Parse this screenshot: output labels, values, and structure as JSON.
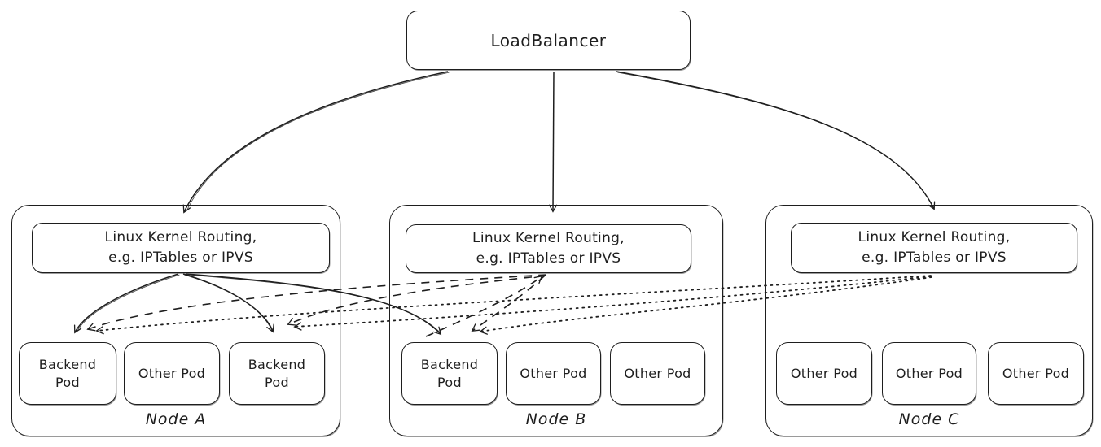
{
  "load_balancer": {
    "label": "LoadBalancer"
  },
  "nodes": [
    {
      "label": "Node A",
      "router_line1": "Linux Kernel Routing,",
      "router_line2": "e.g. IPTables or IPVS",
      "pods": [
        {
          "label": "Backend Pod"
        },
        {
          "label": "Other Pod"
        },
        {
          "label": "Backend Pod"
        }
      ]
    },
    {
      "label": "Node B",
      "router_line1": "Linux Kernel Routing,",
      "router_line2": "e.g. IPTables or IPVS",
      "pods": [
        {
          "label": "Backend Pod"
        },
        {
          "label": "Other Pod"
        },
        {
          "label": "Other Pod"
        }
      ]
    },
    {
      "label": "Node C",
      "router_line1": "Linux Kernel Routing,",
      "router_line2": "e.g. IPTables or IPVS",
      "pods": [
        {
          "label": "Other Pod"
        },
        {
          "label": "Other Pod"
        },
        {
          "label": "Other Pod"
        }
      ]
    }
  ],
  "connections": [
    {
      "from": "LoadBalancer",
      "to": "Node A kernel routing",
      "style": "solid"
    },
    {
      "from": "LoadBalancer",
      "to": "Node B kernel routing",
      "style": "solid"
    },
    {
      "from": "LoadBalancer",
      "to": "Node C kernel routing",
      "style": "solid"
    },
    {
      "from": "Node A kernel routing",
      "to": "Node A backend pod 1",
      "style": "solid"
    },
    {
      "from": "Node A kernel routing",
      "to": "Node A backend pod 2",
      "style": "solid"
    },
    {
      "from": "Node A kernel routing",
      "to": "Node B backend pod",
      "style": "solid"
    },
    {
      "from": "Node B kernel routing",
      "to": "Node A backend pod 1",
      "style": "dashed"
    },
    {
      "from": "Node B kernel routing",
      "to": "Node A backend pod 2",
      "style": "dashed"
    },
    {
      "from": "Node B kernel routing",
      "to": "Node B backend pod",
      "style": "dashed"
    },
    {
      "from": "Node B backend pod",
      "to": "Node B kernel routing",
      "style": "dashed"
    },
    {
      "from": "Node C kernel routing",
      "to": "Node A backend pod 1",
      "style": "dotted"
    },
    {
      "from": "Node C kernel routing",
      "to": "Node A backend pod 2",
      "style": "dotted"
    },
    {
      "from": "Node C kernel routing",
      "to": "Node B backend pod",
      "style": "dotted"
    }
  ],
  "colors": {
    "stroke": "#1e1e1e",
    "background": "#ffffff"
  }
}
